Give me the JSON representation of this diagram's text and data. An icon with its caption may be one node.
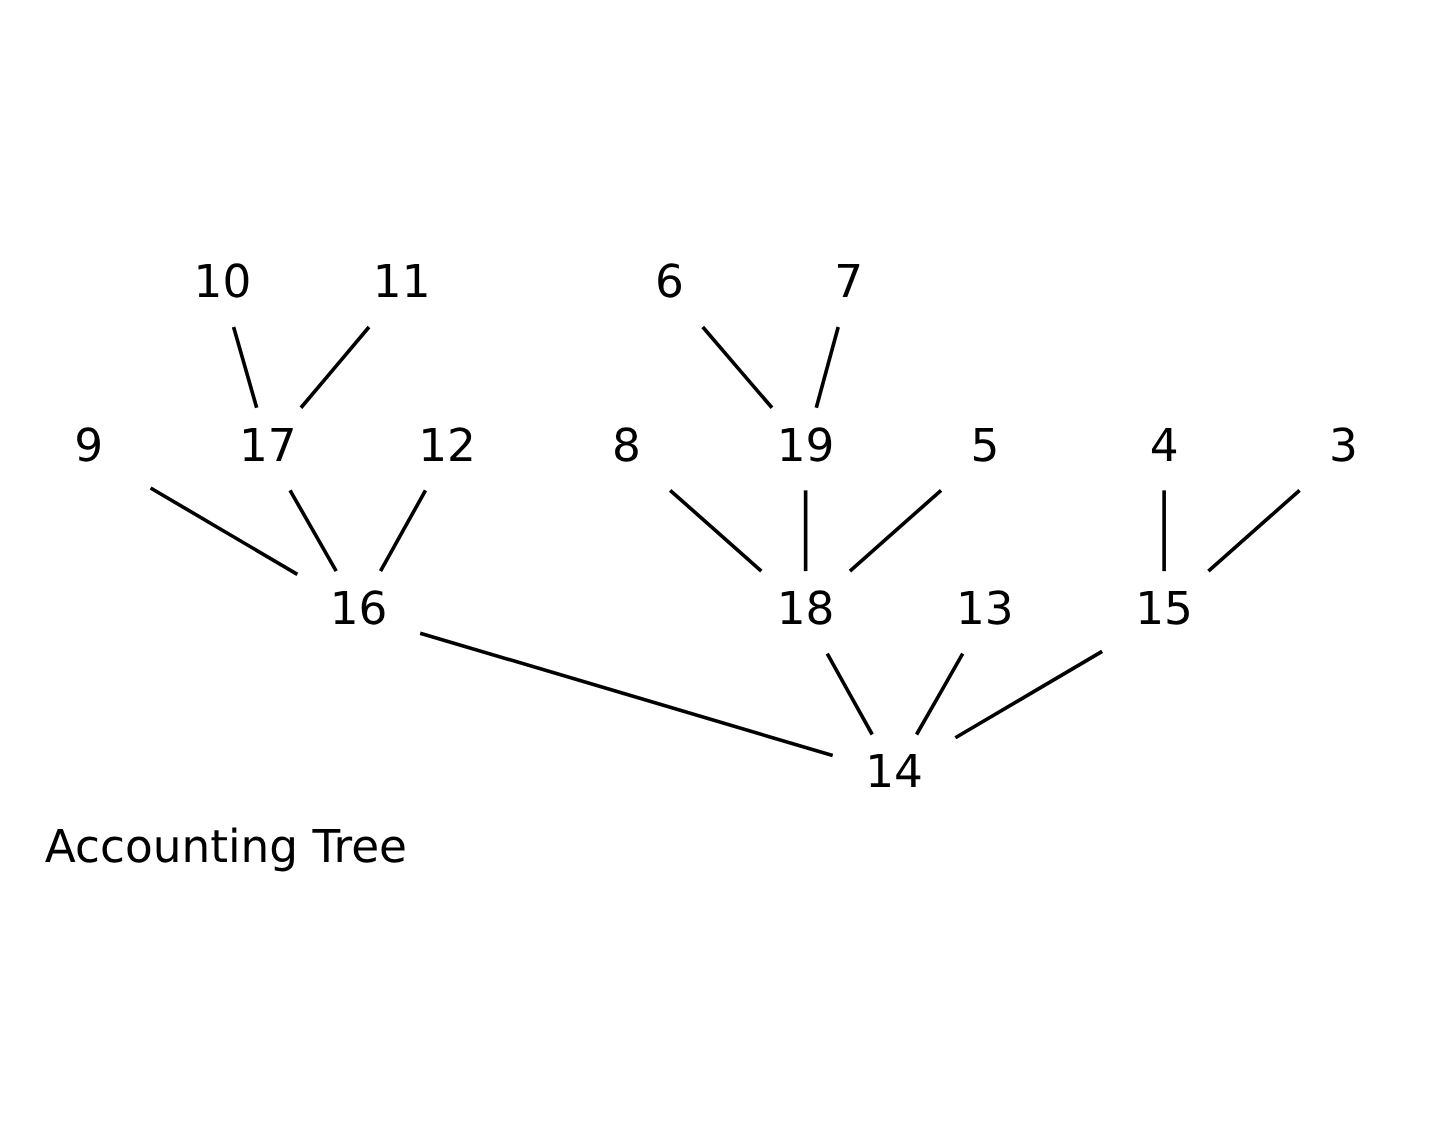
{
  "diagram": {
    "title": "Accounting Tree",
    "nodes": [
      {
        "text": [
          "10"
        ]
      },
      {
        "text": [
          "6"
        ]
      },
      {
        "text": [
          "7"
        ]
      },
      {
        "text": [
          "11"
        ]
      },
      {
        "text": [
          "9"
        ]
      },
      {
        "text": [
          "17"
        ]
      },
      {
        "text": [
          "12"
        ]
      },
      {
        "text": [
          "8"
        ]
      },
      {
        "text": [
          "19"
        ]
      },
      {
        "text": [
          "5"
        ]
      },
      {
        "text": [
          "4"
        ]
      },
      {
        "text": [
          "16"
        ]
      },
      {
        "text": [
          "18"
        ]
      },
      {
        "text": [
          "13"
        ]
      },
      {
        "text": [
          "15"
        ]
      },
      {
        "text": [
          "3"
        ]
      },
      {
        "text": [
          "14"
        ]
      }
    ],
    "edges": [
      {
        "from": 16,
        "to": 13,
        "arrow": "none"
      },
      {
        "from": 16,
        "to": 11,
        "arrow": "none"
      },
      {
        "from": 16,
        "to": 12,
        "arrow": "none"
      },
      {
        "from": 16,
        "to": 14,
        "arrow": "none"
      },
      {
        "from": 11,
        "to": 6,
        "arrow": "none"
      },
      {
        "from": 11,
        "to": 5,
        "arrow": "none"
      },
      {
        "from": 11,
        "to": 4,
        "arrow": "none"
      },
      {
        "from": 5,
        "to": 3,
        "arrow": "none"
      },
      {
        "from": 5,
        "to": 0,
        "arrow": "none"
      },
      {
        "from": 12,
        "to": 7,
        "arrow": "none"
      },
      {
        "from": 12,
        "to": 8,
        "arrow": "none"
      },
      {
        "from": 12,
        "to": 9,
        "arrow": "none"
      },
      {
        "from": 8,
        "to": 2,
        "arrow": "none"
      },
      {
        "from": 8,
        "to": 1,
        "arrow": "none"
      },
      {
        "from": 14,
        "to": 10,
        "arrow": "none"
      },
      {
        "from": 14,
        "to": 15,
        "arrow": "none"
      }
    ]
  }
}
